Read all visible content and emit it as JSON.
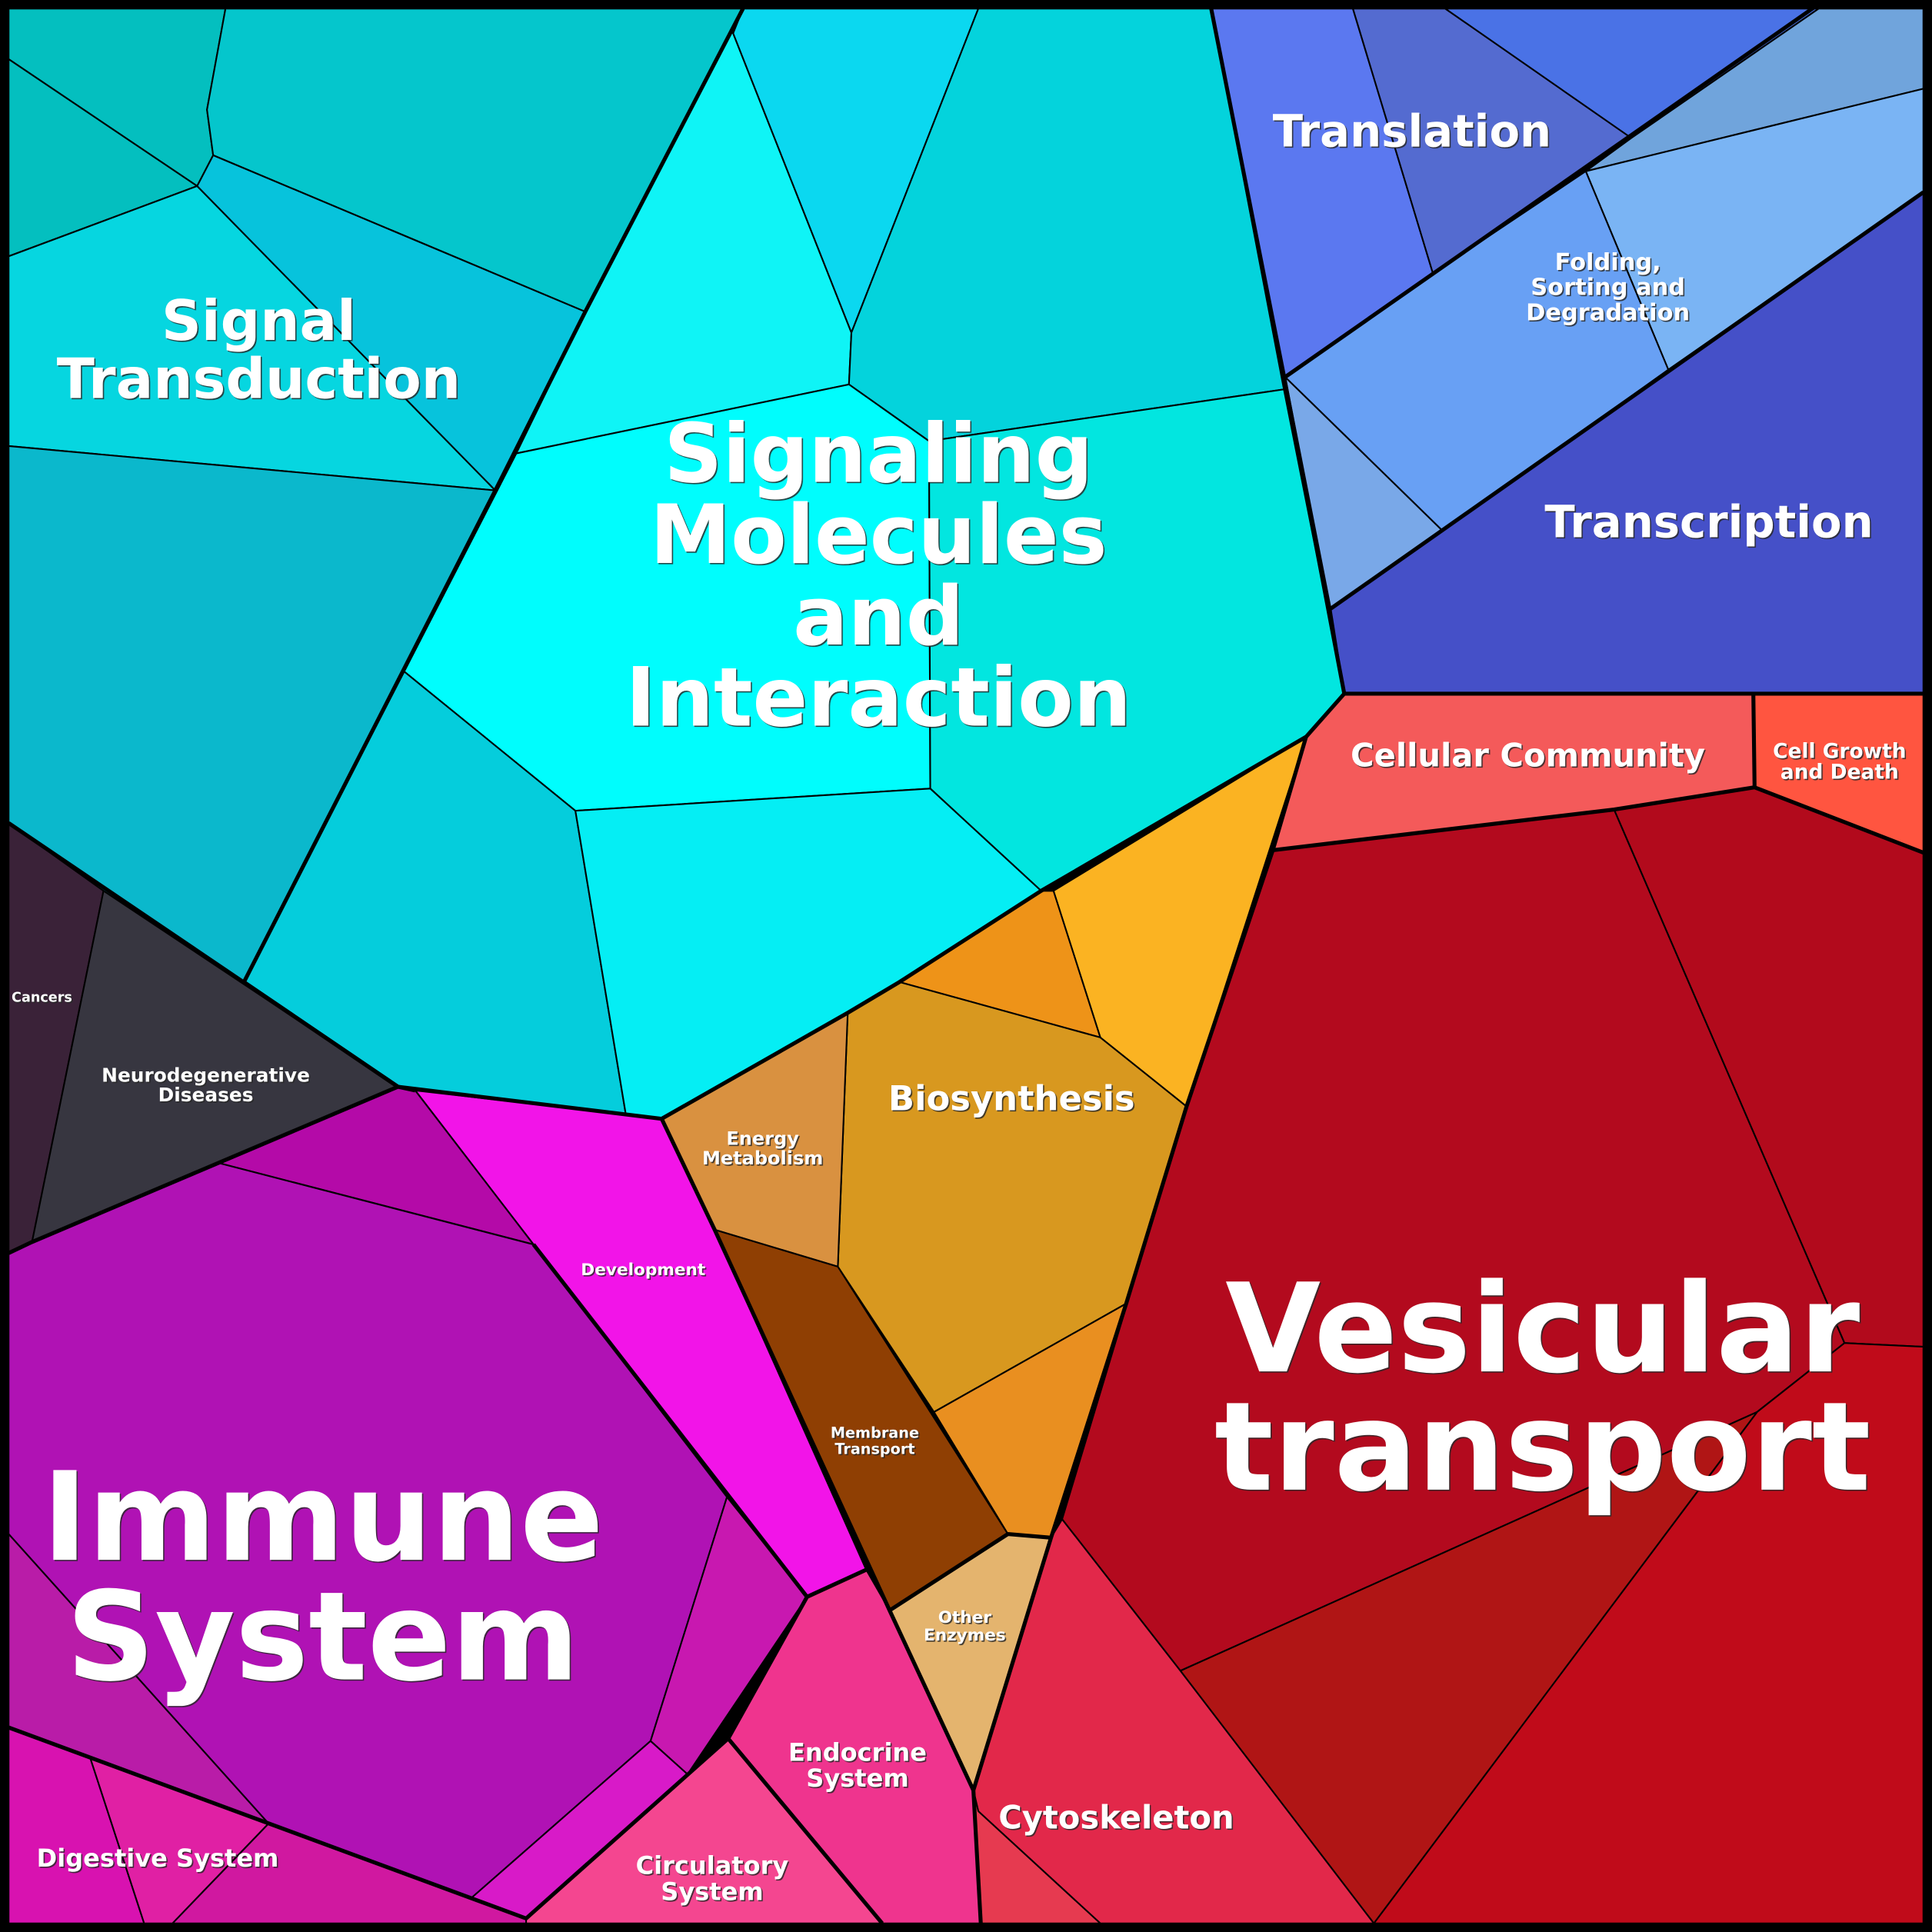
{
  "title": "Proteomap (Voronoi treemap of functional categories)",
  "colors": {
    "signal_transduction": [
      "#04bfbf",
      "#05c6cc",
      "#06d6e0",
      "#07c3dc",
      "#0bb8cc"
    ],
    "signaling_molecules": [
      "#0ff4f6",
      "#0bd8f0",
      "#04d3dc",
      "#00fdfd",
      "#02e6e0",
      "#05cddc",
      "#05eef4"
    ],
    "translation": [
      "#5b78f0",
      "#546bd0",
      "#4a72e6"
    ],
    "folding": [
      "#70a4dc",
      "#7ab4f4",
      "#68a0f4",
      "#79a8e8"
    ],
    "transcription": "#4550c8",
    "cellular_community": "#f45a5a",
    "cell_growth": "#ff5540",
    "vesicular": [
      "#b30a1e",
      "#b20a1c",
      "#c00b1a",
      "#b01515"
    ],
    "cytoskeleton": [
      "#e2284a",
      "#e63a50"
    ],
    "other_enzymes": "#e4b46e",
    "membrane_transport": "#8f3f03",
    "biosynthesis": [
      "#d8981f",
      "#e98f20",
      "#ee9318",
      "#fbb322"
    ],
    "energy_metabolism": "#d99140",
    "development": "#f214e8",
    "immune": [
      "#b012b4",
      "#b40aa8",
      "#b91ca8",
      "#c818b0"
    ],
    "digestive": [
      "#d812b0",
      "#e020a4",
      "#d018a0",
      "#d81ac8"
    ],
    "circulatory": "#f44690",
    "endocrine": "#ef348e",
    "cancers": "#3a2238",
    "neurodegenerative": "#373640"
  },
  "labels": {
    "signal_transduction": [
      "Signal",
      "Transduction"
    ],
    "signaling_molecules": [
      "Signaling",
      "Molecules",
      "and",
      "Interaction"
    ],
    "translation": [
      "Translation"
    ],
    "folding": [
      "Folding,",
      "Sorting and",
      "Degradation"
    ],
    "transcription": [
      "Transcription"
    ],
    "cellular_community": [
      "Cellular Community"
    ],
    "cell_growth": [
      "Cell Growth",
      "and Death"
    ],
    "vesicular": [
      "Vesicular",
      "transport"
    ],
    "biosynthesis": [
      "Biosynthesis"
    ],
    "energy_metabolism": [
      "Energy",
      "Metabolism"
    ],
    "membrane_transport": [
      "Membrane",
      "Transport"
    ],
    "other_enzymes": [
      "Other",
      "Enzymes"
    ],
    "development": [
      "Development"
    ],
    "cancers": [
      "Cancers"
    ],
    "neurodegenerative": [
      "Neurodegenerative",
      "Diseases"
    ],
    "immune": [
      "Immune",
      "System"
    ],
    "digestive": [
      "Digestive System"
    ],
    "circulatory": [
      "Circulatory",
      "System"
    ],
    "endocrine": [
      "Endocrine",
      "System"
    ],
    "cytoskeleton": [
      "Cytoskeleton"
    ]
  }
}
